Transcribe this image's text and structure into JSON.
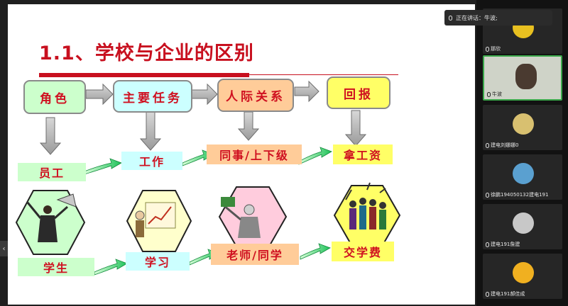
{
  "slide": {
    "title": "1.1、学校与企业的区别",
    "top_row": [
      "角色",
      "主要任务",
      "人际关系",
      "回报"
    ],
    "enterprise_row": [
      "员工",
      "工作",
      "同事/上下级",
      "拿工资"
    ],
    "school_row": [
      "学生",
      "学习",
      "老师/同学",
      "交学费"
    ]
  },
  "meeting": {
    "speaking_label": "正在讲话：牛波;",
    "participants": [
      {
        "name": "那欣"
      },
      {
        "name": "牛波"
      },
      {
        "name": "建电刘娜娜0"
      },
      {
        "name": "徐鹏194050132建电191"
      },
      {
        "name": "建电191詹建"
      },
      {
        "name": "建电191郝佳成"
      }
    ]
  },
  "colors": {
    "title_red": "#c8101f",
    "box_green": "#ccffcc",
    "box_cyan": "#ccffff",
    "box_peach": "#ffcc99",
    "box_yellow": "#ffff66",
    "arrow_green": "#1fc25a"
  }
}
